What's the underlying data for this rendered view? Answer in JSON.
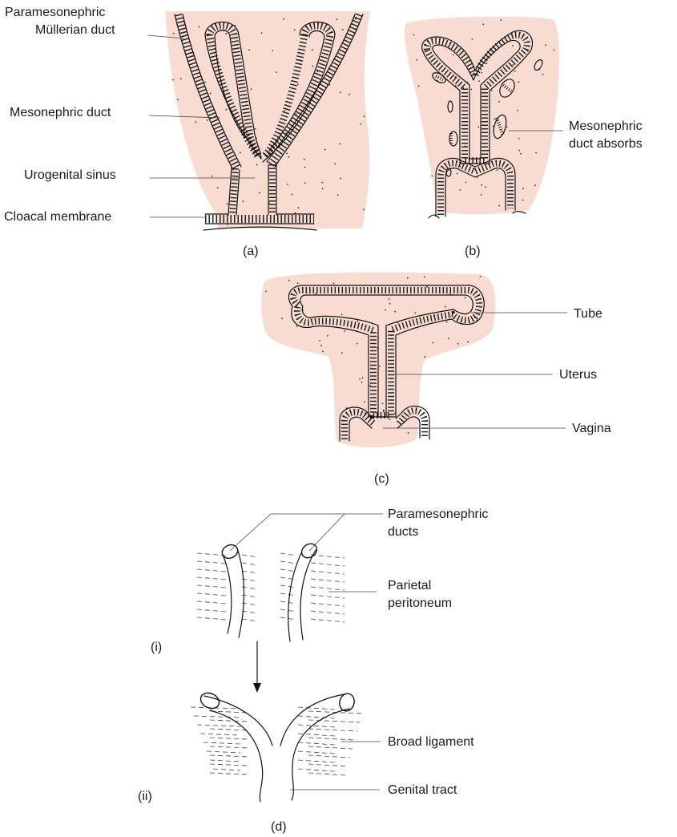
{
  "colors": {
    "tissue": "#f8dcd2",
    "ink": "#111111"
  },
  "panel_a": {
    "label_paramesonephric": "Paramesonephric",
    "label_mullerian": "Müllerian duct",
    "label_mesonephric": "Mesonephric duct",
    "label_urogenital": "Urogenital sinus",
    "label_cloacal": "Cloacal membrane",
    "caption": "(a)"
  },
  "panel_b": {
    "label_mesonephric": "Mesonephric",
    "label_absorbs": "duct absorbs",
    "caption": "(b)"
  },
  "panel_c": {
    "label_tube": "Tube",
    "label_uterus": "Uterus",
    "label_vagina": "Vagina",
    "caption": "(c)"
  },
  "panel_d": {
    "label_paramesonephric": "Paramesonephric",
    "label_ducts": "ducts",
    "label_parietal": "Parietal",
    "label_peritoneum": "peritoneum",
    "label_broad": "Broad ligament",
    "label_genital": "Genital tract",
    "stage_i": "(i)",
    "stage_ii": "(ii)",
    "caption": "(d)"
  }
}
